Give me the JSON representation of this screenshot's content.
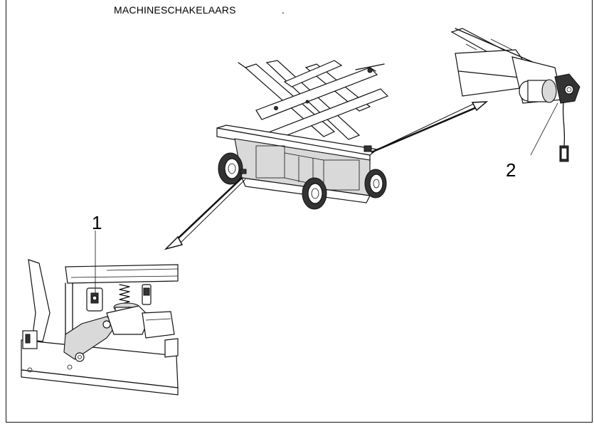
{
  "title": "MACHINESCHAKELAARS",
  "title_dot": ".",
  "callouts": {
    "one": "1",
    "two": "2"
  }
}
